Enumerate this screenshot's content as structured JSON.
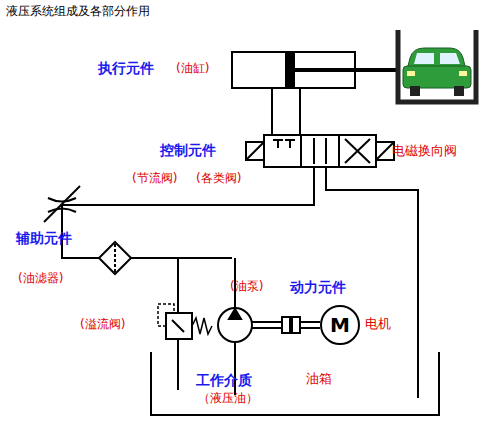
{
  "diagram": {
    "title": "液压系统组成及各部分作用",
    "nodes": [
      {
        "text": [
          "工作介质",
          "（液压油）",
          "油箱"
        ]
      },
      {
        "text": [
          "M"
        ]
      }
    ],
    "labels": [
      "执行元件",
      "(油缸)",
      "控制元件",
      "(节流阀)",
      "(各类阀)",
      "电磁换向阀",
      "辅助元件",
      "(油滤器)",
      "(油泵)",
      "动力元件",
      "(溢流阀)",
      "电机"
    ]
  }
}
